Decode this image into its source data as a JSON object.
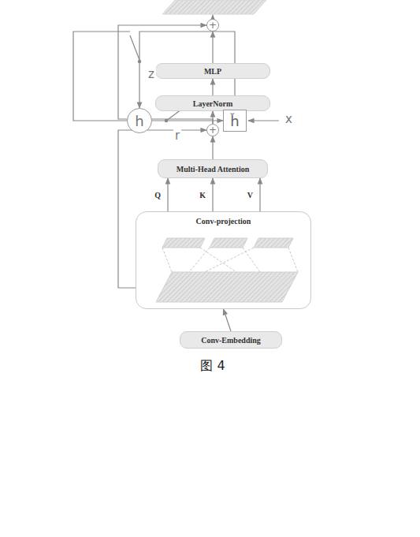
{
  "diagram": {
    "caption": "图 4",
    "nodes": [
      {
        "text": [
          "+"
        ]
      },
      {
        "text": [
          "MLP"
        ]
      },
      {
        "text": [
          "LayerNorm"
        ]
      },
      {
        "text": [
          "+"
        ]
      },
      {
        "text": [
          "Multi-Head Attention"
        ]
      },
      {
        "text": [
          "Conv-projection"
        ]
      },
      {
        "text": [
          "Conv-Embedding"
        ]
      },
      {
        "text": [
          "h"
        ]
      },
      {
        "text": [
          "ȟ"
        ]
      }
    ],
    "edges": [
      {
        "from": 2,
        "to": 1,
        "arrow": "to"
      },
      {
        "from": 1,
        "to": 0,
        "arrow": "to"
      },
      {
        "from": 3,
        "to": 2,
        "arrow": "to"
      },
      {
        "from": 3,
        "to": 0,
        "arrow": "to"
      },
      {
        "from": 4,
        "to": 3,
        "arrow": "to"
      },
      {
        "from": 5,
        "to": 4,
        "label": "Q",
        "arrow": "to"
      },
      {
        "from": 5,
        "to": 4,
        "label": "K",
        "arrow": "to"
      },
      {
        "from": 5,
        "to": 4,
        "label": "V",
        "arrow": "to"
      },
      {
        "from": 5,
        "to": 3,
        "arrow": "to"
      },
      {
        "from": 6,
        "to": 5,
        "arrow": "to"
      },
      {
        "from": 7,
        "to": 8,
        "arrow": "to"
      },
      {
        "from": 8,
        "to": 7,
        "arrow": "to"
      }
    ],
    "labels": [
      "z",
      "r",
      "x"
    ]
  }
}
